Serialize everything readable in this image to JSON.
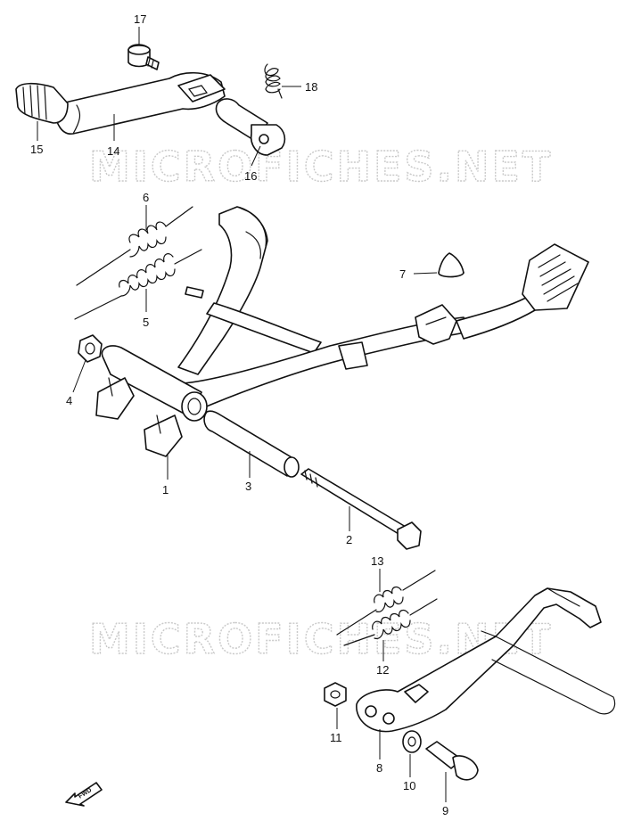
{
  "watermark": {
    "text": "MICROFICHES.NET",
    "color": "#c9c9c9"
  },
  "callouts": {
    "c1": "1",
    "c2": "2",
    "c3": "3",
    "c4": "4",
    "c5": "5",
    "c6": "6",
    "c7": "7",
    "c8": "8",
    "c9": "9",
    "c10": "10",
    "c11": "11",
    "c12": "12",
    "c13": "13",
    "c14": "14",
    "c15": "15",
    "c16": "16",
    "c17": "17",
    "c18": "18"
  },
  "fwd_badge": "FWD",
  "line_color": "#111111"
}
